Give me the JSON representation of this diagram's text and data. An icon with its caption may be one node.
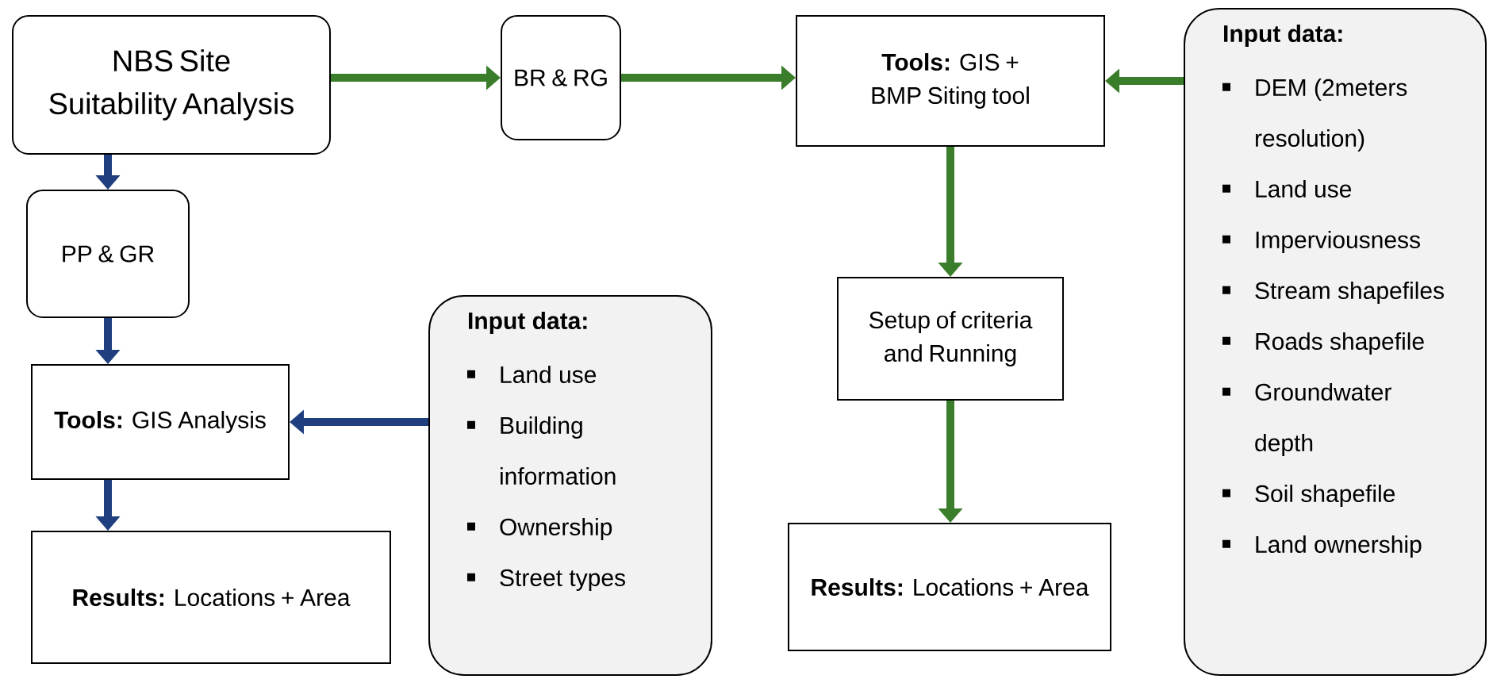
{
  "diagram": {
    "nodes": [
      {
        "text": [
          "NBS Site Suitability Analysis"
        ]
      },
      {
        "text": [
          "BR & RG"
        ]
      },
      {
        "text": [
          "**Tools:** GIS + BMP Siting tool"
        ]
      },
      {
        "text": [
          "Input data:",
          "DEM (2meters resolution)",
          "Land use",
          "Imperviousness",
          "Stream shapefiles",
          "Roads shapefile",
          "Groundwater depth",
          "Soil shapefile",
          "Land ownership"
        ]
      },
      {
        "text": [
          "PP & GR"
        ]
      },
      {
        "text": [
          "**Tools:** GIS Analysis"
        ]
      },
      {
        "text": [
          "Input data:",
          "Land use",
          "Building information",
          "Ownership",
          "Street types"
        ]
      },
      {
        "text": [
          "Setup of criteria and Running"
        ]
      },
      {
        "text": [
          "**Results:** Locations + Area"
        ]
      },
      {
        "text": [
          "**Results:** Locations + Area"
        ]
      }
    ],
    "edges": [
      {
        "from": 0,
        "to": 1,
        "arrow": "to"
      },
      {
        "from": 1,
        "to": 2,
        "arrow": "to"
      },
      {
        "from": 3,
        "to": 2,
        "arrow": "to"
      },
      {
        "from": 2,
        "to": 7,
        "arrow": "to"
      },
      {
        "from": 7,
        "to": 9,
        "arrow": "to"
      },
      {
        "from": 0,
        "to": 4,
        "arrow": "to",
        "color": "#1f3f7f"
      },
      {
        "from": 4,
        "to": 5,
        "arrow": "to",
        "color": "#1f3f7f"
      },
      {
        "from": 6,
        "to": 5,
        "arrow": "to",
        "color": "#1f3f7f"
      },
      {
        "from": 5,
        "to": 8,
        "arrow": "to",
        "color": "#1f3f7f"
      }
    ]
  }
}
